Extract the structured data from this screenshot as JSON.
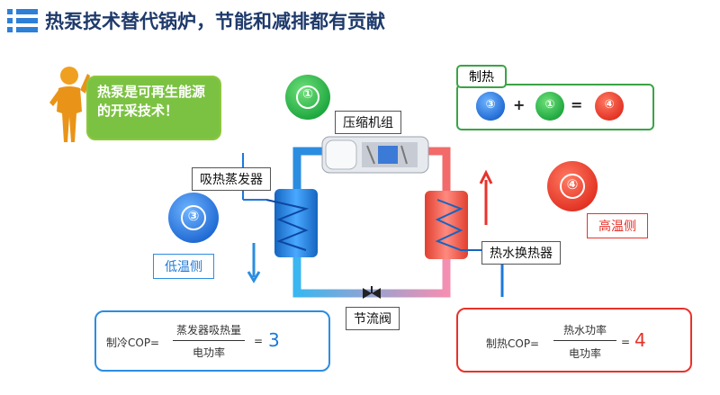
{
  "title": "热泵技术替代锅炉，节能和减排都有贡献",
  "bubble": {
    "line1": "热泵是可再生能源",
    "line2": "的开采技术！"
  },
  "heating_box": {
    "label": "制热",
    "formula": {
      "left": "③",
      "plus": "+",
      "right": "①",
      "equals": "=",
      "result": "④"
    }
  },
  "circles": {
    "c1": "①",
    "c3": "③",
    "c4": "④"
  },
  "labels": {
    "compressor": "压缩机组",
    "evaporator": "吸热蒸发器",
    "condenser": "热水换热器",
    "valve": "节流阀",
    "low_side": "低温侧",
    "high_side": "高温侧"
  },
  "cop_cooling": {
    "prefix": "制冷COP=",
    "numerator": "蒸发器吸热量",
    "denominator": "电功率",
    "equals": "=",
    "value": "3"
  },
  "cop_heating": {
    "prefix": "制热COP=",
    "numerator": "热水功率",
    "denominator": "电功率",
    "equals": "=",
    "value": "4"
  },
  "colors": {
    "title": "#1f3a6b",
    "green": "#22a843",
    "blue": "#1c79d8",
    "red": "#e8322b",
    "cold_pipe": "#2b8de0",
    "hot_pipe": "#f26a6a"
  }
}
